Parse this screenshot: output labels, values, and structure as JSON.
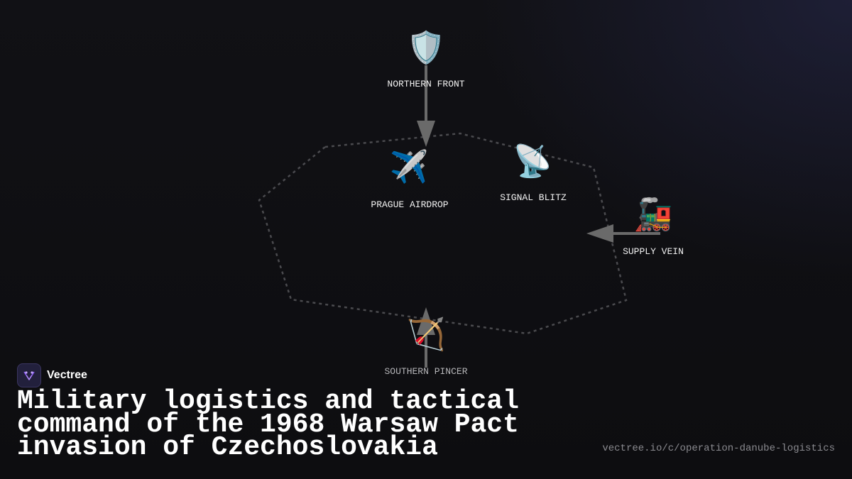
{
  "nodes": [
    {
      "id": "northern",
      "label": "NORTHERN FRONT",
      "icon": "shield-icon",
      "glyph": "🛡️"
    },
    {
      "id": "airdrop",
      "label": "PRAGUE AIRDROP",
      "icon": "airplane-icon",
      "glyph": "✈️"
    },
    {
      "id": "signal",
      "label": "SIGNAL BLITZ",
      "icon": "satellite-dish-icon",
      "glyph": "📡"
    },
    {
      "id": "supply",
      "label": "SUPPLY VEIN",
      "icon": "locomotive-icon",
      "glyph": "🚂"
    },
    {
      "id": "southern",
      "label": "SOUTHERN PINCER",
      "icon": "bow-and-arrow-icon",
      "glyph": "🏹"
    }
  ],
  "edges": [
    {
      "from": "northern",
      "to": "group"
    },
    {
      "from": "supply",
      "to": "group"
    },
    {
      "from": "southern",
      "to": "group"
    }
  ],
  "colors": {
    "background": "#0f0f12",
    "edge": "#6a6a6a",
    "group_outline": "#4a4a4e",
    "label": "#f2f2f2",
    "url": "#8a8a8f",
    "brand_accent": "#8b5cf6"
  },
  "brand": {
    "name": "Vectree",
    "logo_icon": "vectree-logo-icon"
  },
  "title": "Military logistics and tactical command of the 1968 Warsaw Pact invasion of Czechoslovakia",
  "url": "vectree.io/c/operation-danube-logistics"
}
